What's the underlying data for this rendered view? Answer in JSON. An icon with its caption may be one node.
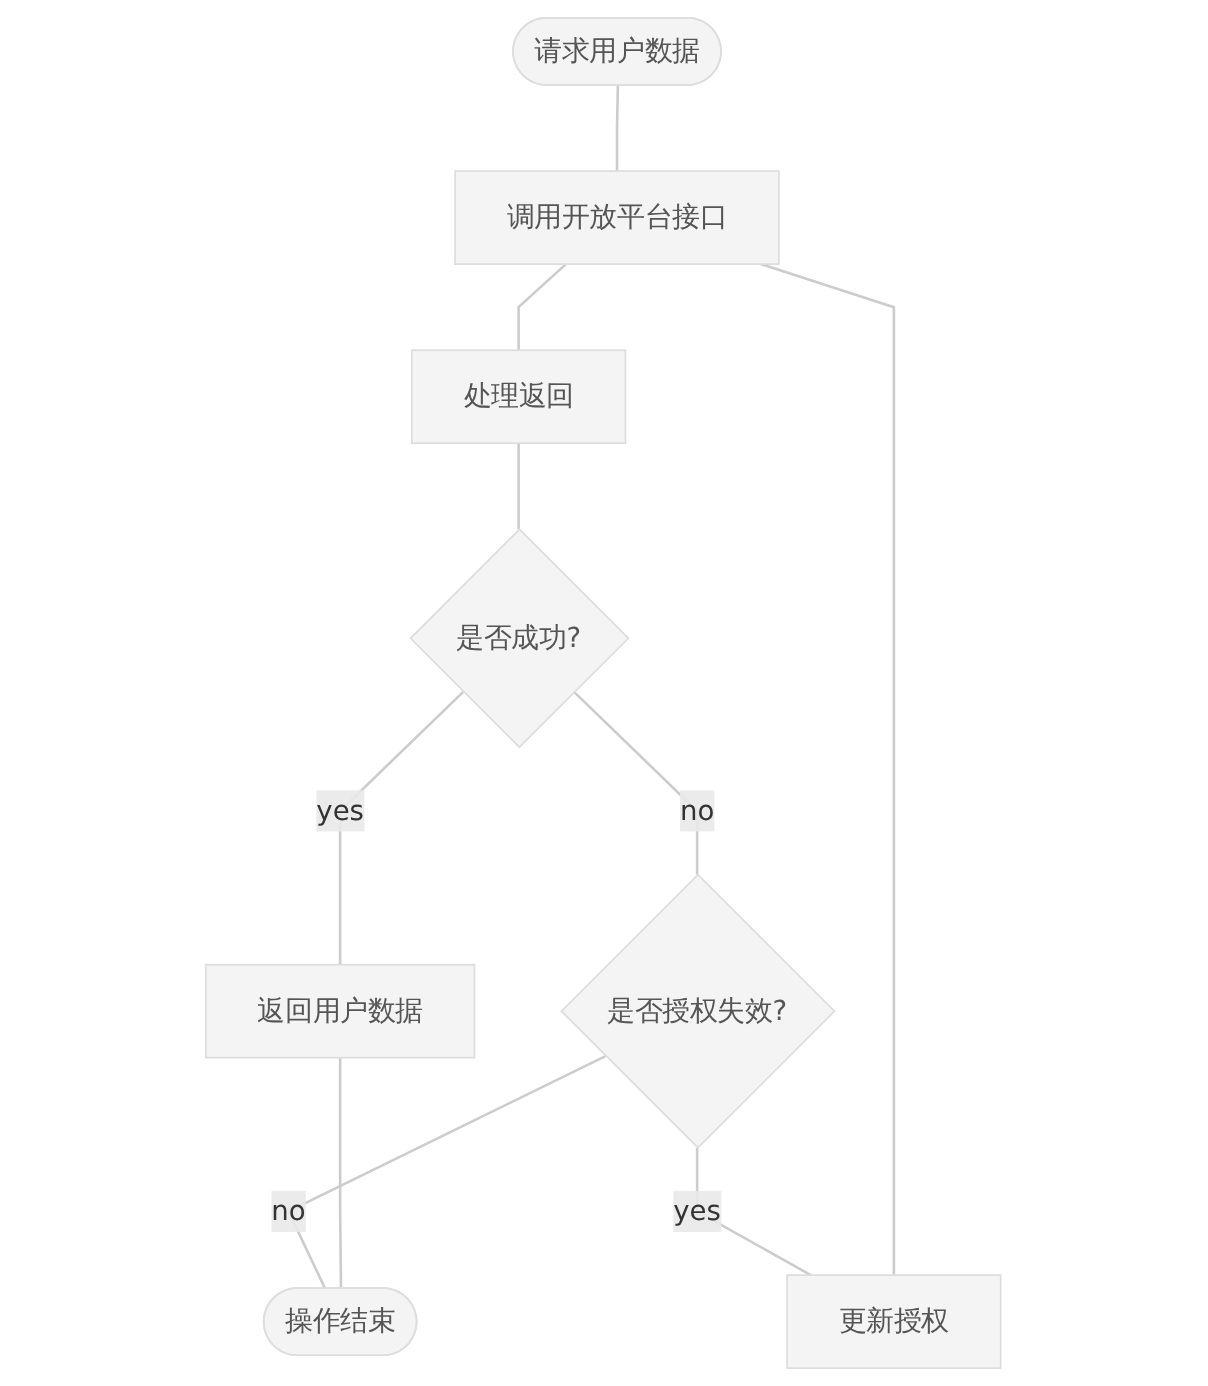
{
  "diagram": {
    "nodes": [
      {
        "text": [
          "请求用户数据"
        ]
      },
      {
        "text": [
          "调用开放平台接口"
        ]
      },
      {
        "text": [
          "处理返回"
        ]
      },
      {
        "text": [
          "是否成功?"
        ]
      },
      {
        "text": [
          "返回用户数据"
        ]
      },
      {
        "text": [
          "是否授权失效?"
        ]
      },
      {
        "text": [
          "更新授权"
        ]
      },
      {
        "text": [
          "操作结束"
        ]
      }
    ],
    "edges": [
      {
        "from": 0,
        "to": 1,
        "arrow": "none"
      },
      {
        "from": 1,
        "to": 2,
        "arrow": "none"
      },
      {
        "from": 2,
        "to": 3,
        "arrow": "none"
      },
      {
        "from": 3,
        "to": 4,
        "label": "yes",
        "arrow": "none"
      },
      {
        "from": 3,
        "to": 5,
        "label": "no",
        "arrow": "none"
      },
      {
        "from": 5,
        "to": 6,
        "label": "yes",
        "arrow": "none"
      },
      {
        "from": 6,
        "to": 1,
        "arrow": "none"
      },
      {
        "from": 5,
        "to": 7,
        "label": "no",
        "arrow": "none"
      },
      {
        "from": 4,
        "to": 7,
        "arrow": "none"
      }
    ]
  }
}
